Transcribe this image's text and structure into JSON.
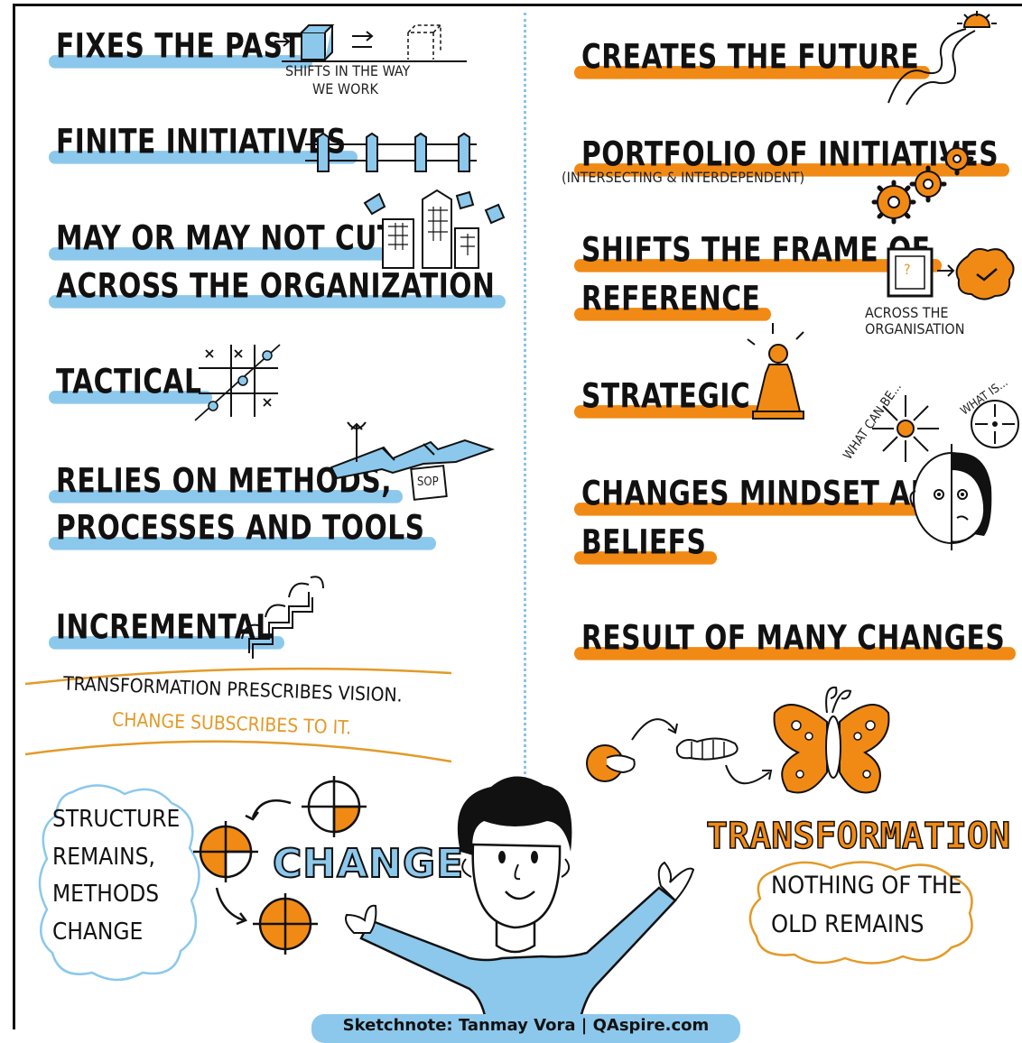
{
  "colors": {
    "blue": "#8cc8ec",
    "orange": "#f18a14",
    "ink": "#111111"
  },
  "change": {
    "items": [
      "FIXES THE PAST",
      "FINITE INITIATIVES",
      "MAY OR MAY NOT CUT",
      "ACROSS THE ORGANIZATION",
      "TACTICAL",
      "RELIES ON METHODS,",
      "PROCESSES AND TOOLS",
      "INCREMENTAL"
    ],
    "shifts_note": [
      "SHIFTS IN THE WAY",
      "WE   WORK"
    ],
    "sop_label": "SOP",
    "cloud_lines": [
      "STRUCTURE",
      "REMAINS,",
      "METHODS",
      "CHANGE"
    ],
    "word": "CHANGE"
  },
  "transformation": {
    "items": [
      "CREATES THE FUTURE",
      "PORTFOLIO OF INITIATIVES",
      "SHIFTS THE FRAME OF",
      "REFERENCE",
      "STRATEGIC",
      "CHANGES MINDSET AND",
      "BELIEFS",
      "RESULT OF MANY CHANGES"
    ],
    "portfolio_note": "(INTERSECTING & INTERDEPENDENT)",
    "across_note": [
      "ACROSS  THE",
      "ORGANISATION"
    ],
    "what_can_be": "WHAT CAN BE...",
    "what_is": "WHAT IS...",
    "frame_mark": "?",
    "cloud_lines": [
      "NOTHING OF THE",
      "OLD REMAINS"
    ],
    "word": "TRANSFORMATION"
  },
  "quote": {
    "line1": "TRANSFORMATION PRESCRIBES VISION.",
    "line2": "CHANGE SUBSCRIBES TO IT."
  },
  "credit": "Sketchnote: Tanmay Vora | QAspire.com"
}
